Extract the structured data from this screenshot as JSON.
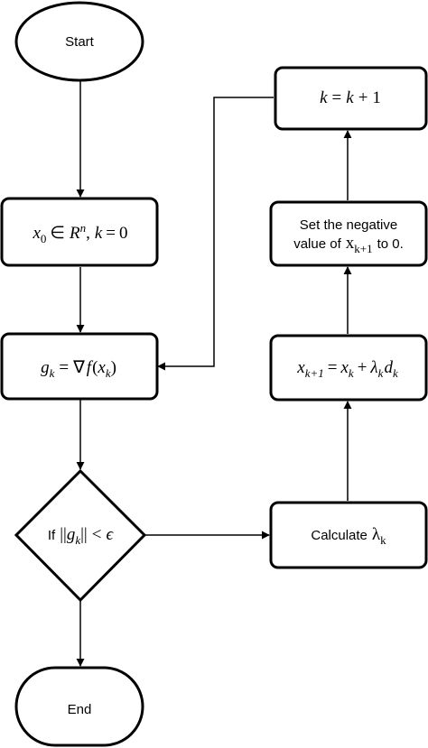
{
  "nodes": {
    "start": {
      "label": "Start"
    },
    "init": {
      "x": "x",
      "x_sub": "0",
      "in": "∈",
      "R": "R",
      "R_sup": "n",
      "comma": ",",
      "k": "k",
      "eq": "=",
      "zero": "0"
    },
    "gradient": {
      "g": "g",
      "g_sub": "k",
      "eq": "=",
      "nabla": "∇",
      "f": "f",
      "lp": "(",
      "x": "x",
      "x_sub": "k",
      "rp": ")"
    },
    "decision": {
      "if": "If",
      "bars_open": "||",
      "g": "g",
      "g_sub": "k",
      "bars_close": "||",
      "lt": "<",
      "eps": "ϵ"
    },
    "end": {
      "label": "End"
    },
    "calc_lambda": {
      "text": "Calculate",
      "lambda": "λ",
      "lambda_sub": "k"
    },
    "update_x": {
      "x1": "x",
      "x1_sub": "k+1",
      "eq": "=",
      "x2": "x",
      "x2_sub": "k",
      "plus": "+",
      "lambda": "λ",
      "lambda_sub": "k",
      "d": "d",
      "d_sub": "k"
    },
    "set_negative": {
      "line1": "Set the negative",
      "line2_pre": "value of",
      "x": "x",
      "x_sub": "k+1",
      "line2_post": "to 0."
    },
    "increment_k": {
      "k1": "k",
      "eq": "=",
      "k2": "k",
      "plus": "+",
      "one": "1"
    }
  }
}
